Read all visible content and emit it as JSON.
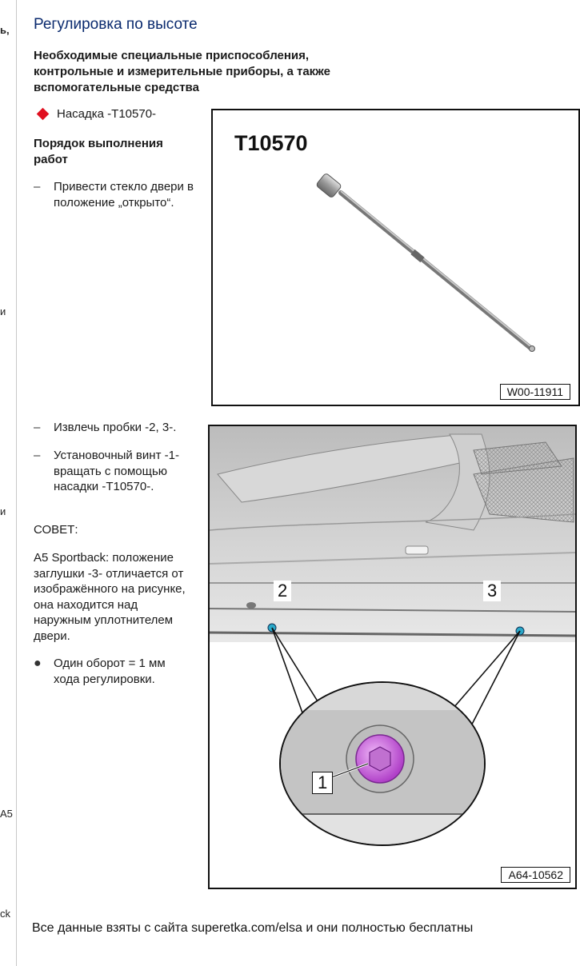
{
  "sidebar_fragments": [
    "ь,",
    "и",
    "и",
    "A5",
    "ck"
  ],
  "title": "Регулировка по высоте",
  "requirements_heading": "Необходимые специальные приспособления, контрольные и измерительные приборы, а также вспомогательные средства",
  "tool_item": "Насадка -T10570-",
  "procedure_heading": "Порядок выполнения работ",
  "steps": [
    {
      "mark": "–",
      "text": "Привести стекло двери в положение „открыто“."
    },
    {
      "mark": "–",
      "text": "Извлечь пробки -2, 3-."
    },
    {
      "mark": "–",
      "text": "Установочный винт -1- вращать с помощью насадки -T10570-."
    }
  ],
  "advice_heading": "СОВЕТ:",
  "advice_text": "A5 Sportback: положение заглушки -3- отличается от изображённого на рисунке, она находится над наружным уплотнителем двери.",
  "bullet": {
    "mark": "●",
    "text": "Один оборот = 1 мм хода регулировки."
  },
  "figure1": {
    "tool_name": "T10570",
    "ref": "W00-11911"
  },
  "figure2": {
    "callouts": [
      "2",
      "3",
      "1"
    ],
    "ref": "A64-10562"
  },
  "footer": "Все данные взяты с сайта superetka.com/elsa и они полностью бесплатны",
  "colors": {
    "title": "#0a2a6e",
    "diamond": "#e01020",
    "screw": "#c860d8",
    "plug": "#2aa8c8"
  }
}
